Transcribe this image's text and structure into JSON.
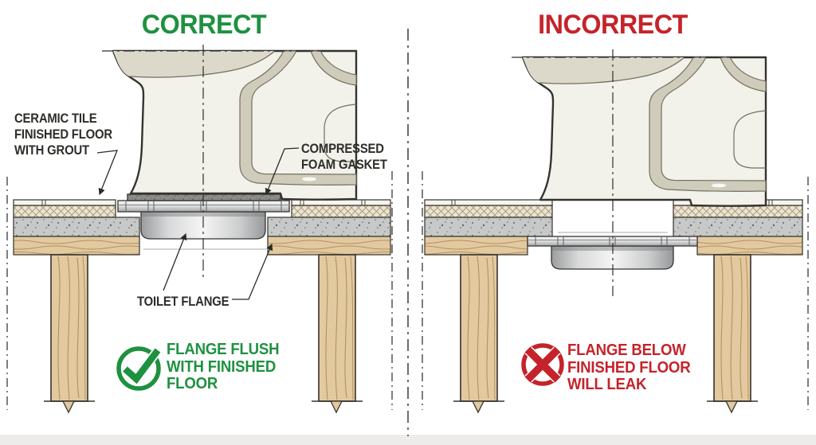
{
  "colors": {
    "correct_green": "#1e9140",
    "incorrect_red": "#c5232b",
    "label_text": "#2d2d2a"
  },
  "correct_panel": {
    "title": "CORRECT",
    "labels": {
      "ceramic_tile": {
        "lines": [
          "CERAMIC TILE",
          "FINISHED FLOOR",
          "WITH GROUT"
        ]
      },
      "foam_gasket": {
        "lines": [
          "COMPRESSED",
          "FOAM GASKET"
        ]
      },
      "toilet_flange": "TOILET FLANGE"
    },
    "badge": {
      "icon": "check-circle-icon",
      "lines": [
        "FLANGE FLUSH",
        "WITH FINISHED",
        "FLOOR"
      ]
    }
  },
  "incorrect_panel": {
    "title": "INCORRECT",
    "badge": {
      "icon": "x-circle-icon",
      "lines": [
        "FLANGE BELOW",
        "FINISHED FLOOR",
        "WILL LEAK"
      ]
    }
  }
}
